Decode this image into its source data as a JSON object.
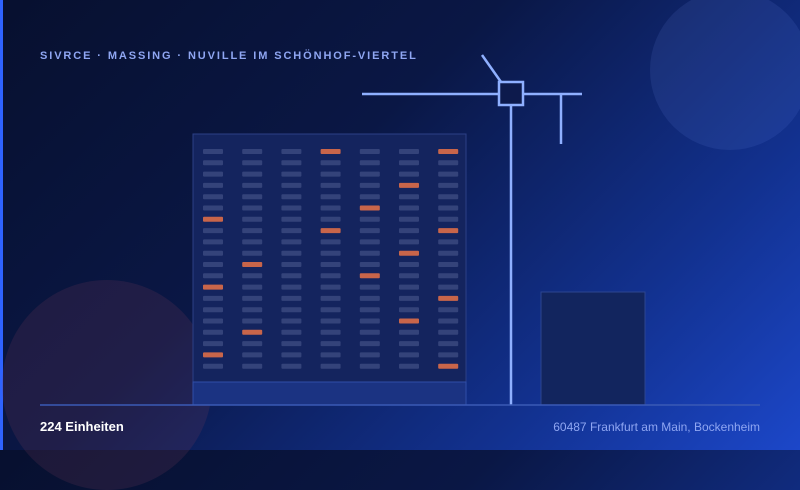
{
  "header": {
    "eyebrow": "SIVRCE · MASSING · NUVILLE IM SCHÖNHOF-VIERTEL"
  },
  "footer": {
    "units_label": "224 Einheiten",
    "address": "60487 Frankfurt am Main, Bockenheim"
  },
  "building": {
    "columns": 7,
    "floors": 20,
    "lit_windows": [
      [
        0,
        6
      ],
      [
        0,
        12
      ],
      [
        0,
        18
      ],
      [
        1,
        10
      ],
      [
        1,
        16
      ],
      [
        3,
        0
      ],
      [
        3,
        7
      ],
      [
        4,
        5
      ],
      [
        4,
        11
      ],
      [
        5,
        3
      ],
      [
        5,
        9
      ],
      [
        5,
        15
      ],
      [
        6,
        0
      ],
      [
        6,
        7
      ],
      [
        6,
        13
      ],
      [
        6,
        19
      ]
    ]
  },
  "colors": {
    "accent": "#2f63ff",
    "lit_window": "#c8654a",
    "window": "#34437a",
    "crane": "#8fb0ff",
    "building_fill": "#14245e",
    "text_muted": "#8fa6f2"
  }
}
